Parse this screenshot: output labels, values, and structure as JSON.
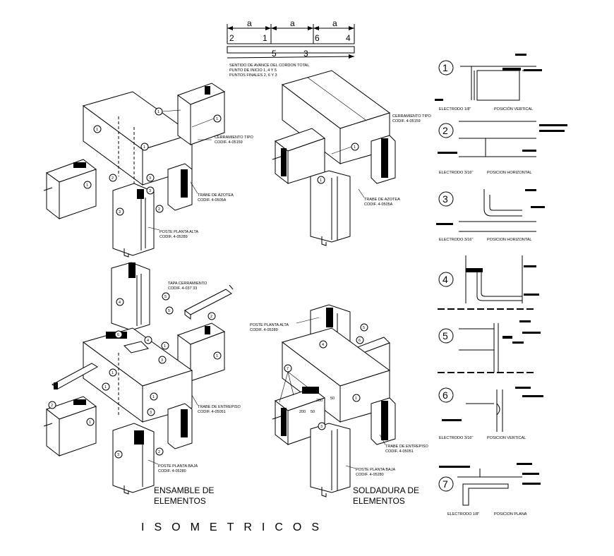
{
  "dimension_bar": {
    "segment_label": "a",
    "top_numbers": [
      "2",
      "1",
      "6",
      "4"
    ],
    "bottom_numbers": [
      "5",
      "3"
    ]
  },
  "sequence_notes": [
    "SENTIDO DE AVANCE DEL CORDON TOTAL",
    "PUNTO DE INICIO 1, 4 Y 5",
    "PUNTOS FINALES 2, 6 Y 3"
  ],
  "labels": {
    "cerramiento_a": "CERRAMIENTO TIPO",
    "cerramiento_a_code": "CODIF. 4-05159",
    "cerramiento_b": "CERRAMIENTO TIPO",
    "cerramiento_b_code": "CODIF. 4-05159",
    "trabe_azotea_a": "TRABE DE AZOTEA",
    "trabe_azotea_a_code": "CODIF. 4-0505A",
    "trabe_azotea_b": "TRABE DE AZOTEA",
    "trabe_azotea_b_code": "CODIF. 4-0505A",
    "poste_alta_a": "POSTE PLANTA ALTA",
    "poste_alta_a_code": "CODIF. 4-05289",
    "tapa_cerramiento": "TAPA CERRAMIENTO",
    "tapa_cerramiento_code": "CODIF. 4-037 33",
    "poste_alta_b": "POSTE PLANTA ALTA",
    "poste_alta_b_code": "CODIF. 4-05289",
    "trabe_entrepiso_a": "TRABE DE ENTREPISO",
    "trabe_entrepiso_a_code": "CODIF. 4-05051",
    "trabe_entrepiso_b": "TRABE DE ENTREPISO",
    "trabe_entrepiso_b_code": "CODIF. 4-05051",
    "poste_baja_a": "POSTE PLANTA BAJA",
    "poste_baja_a_code": "CODIF. 4-05280",
    "poste_baja_b": "POSTE PLANTA BAJA",
    "poste_baja_b_code": "CODIF. 4-05280",
    "dim_200_a": "200",
    "dim_200_b": "200",
    "dim_50_a": "50",
    "dim_50_b": "50"
  },
  "captions": {
    "ensamble_1": "ENSAMBLE DE",
    "ensamble_2": "ELEMENTOS",
    "soldadura_1": "SOLDADURA DE",
    "soldadura_2": "ELEMENTOS",
    "title": "ISOMETRICOS"
  },
  "details": [
    {
      "num": "1",
      "electrode": "ELECTRODO 1/8\"",
      "position": "POSICIÓN VERTICAL"
    },
    {
      "num": "2",
      "electrode": "ELECTRODO 3/16\"",
      "position": "POSICION HORIZONTAL"
    },
    {
      "num": "3",
      "electrode": "ELECTRODO 3/16\"",
      "position": "POSICION HORIZONTAL"
    },
    {
      "num": "4",
      "electrode": "",
      "position": ""
    },
    {
      "num": "5",
      "electrode": "",
      "position": ""
    },
    {
      "num": "6",
      "electrode": "ELECTRODO 3/16\"",
      "position": "POSICION VERTICAL"
    },
    {
      "num": "7",
      "electrode": "ELECTRODO 1/8\"",
      "position": "POSICION PLANA"
    }
  ],
  "callout_numbers": [
    "1",
    "2",
    "3",
    "4",
    "5",
    "6",
    "7"
  ]
}
